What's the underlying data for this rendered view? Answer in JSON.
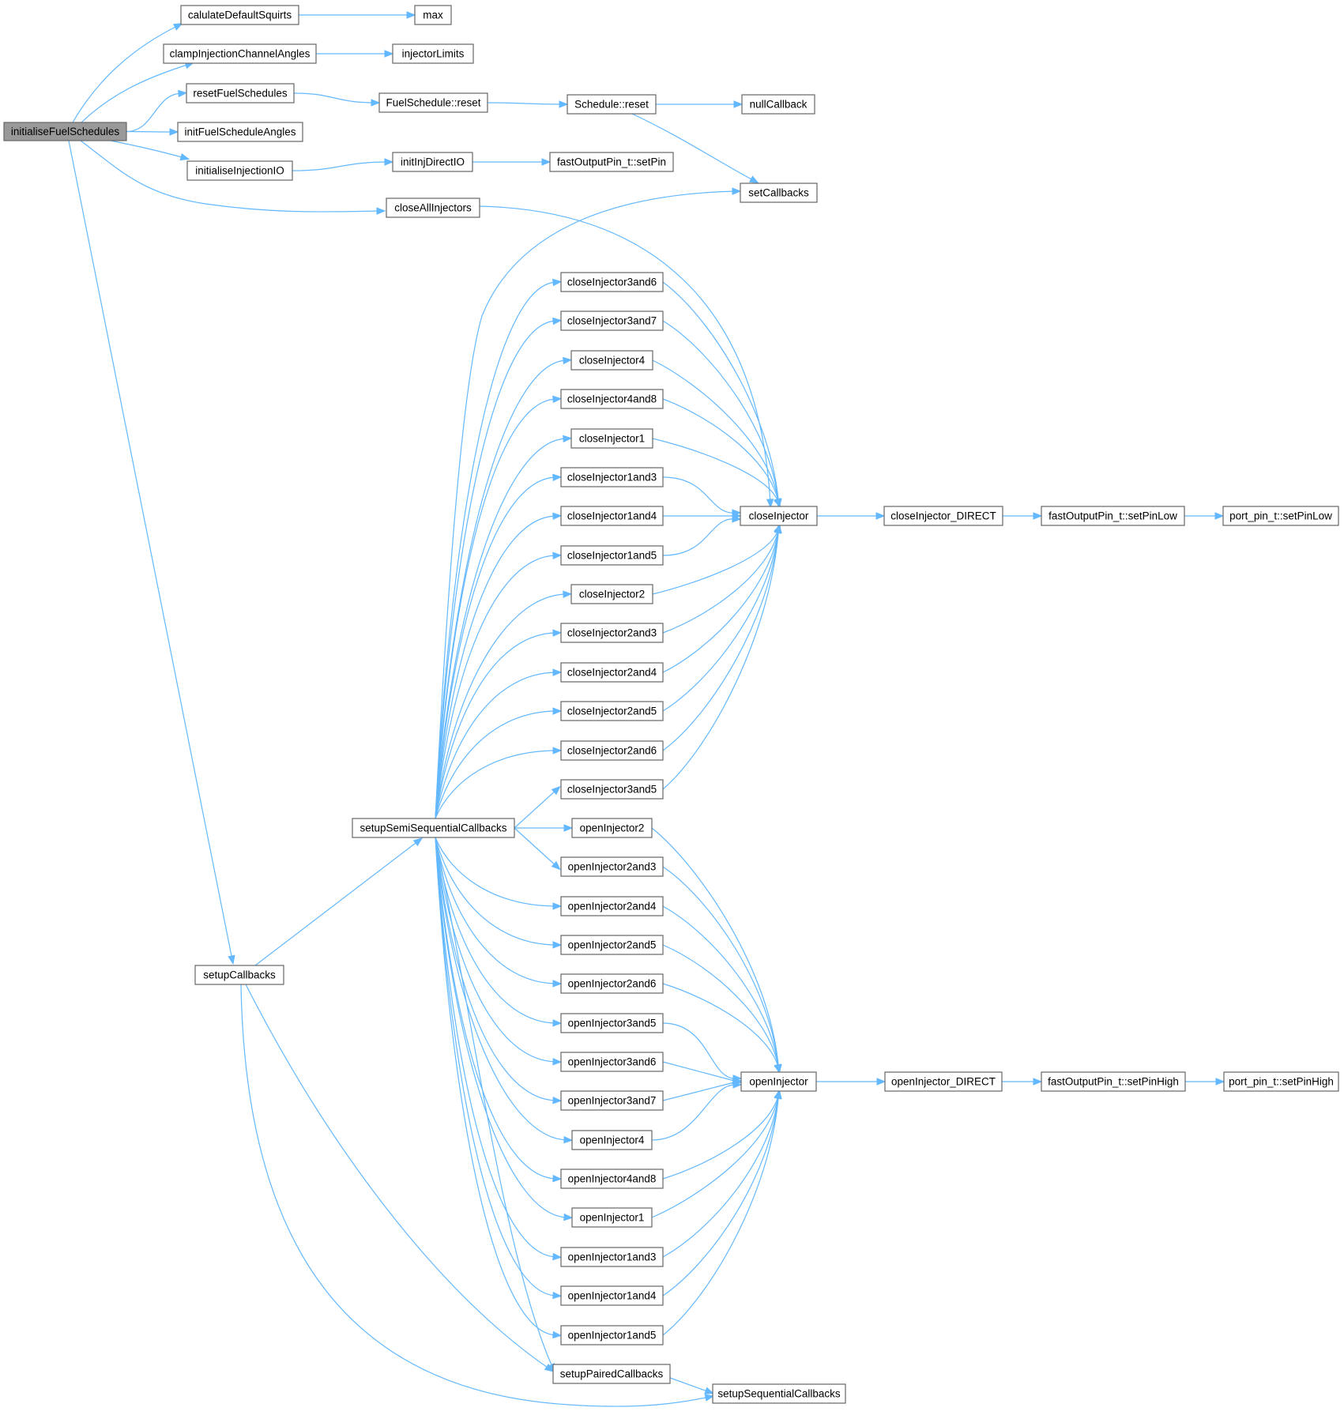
{
  "diagram": {
    "title": "",
    "nodes": [
      {
        "id": "initialiseFuelSchedules",
        "label": "initialiseFuelSchedules",
        "root": true
      },
      {
        "id": "calulateDefaultSquirts",
        "label": "calulateDefaultSquirts"
      },
      {
        "id": "max",
        "label": "max"
      },
      {
        "id": "clampInjectionChannelAngles",
        "label": "clampInjectionChannelAngles"
      },
      {
        "id": "injectorLimits",
        "label": "injectorLimits"
      },
      {
        "id": "resetFuelSchedules",
        "label": "resetFuelSchedules"
      },
      {
        "id": "FuelSchedule_reset",
        "label": "FuelSchedule::reset"
      },
      {
        "id": "Schedule_reset",
        "label": "Schedule::reset"
      },
      {
        "id": "nullCallback",
        "label": "nullCallback"
      },
      {
        "id": "initFuelScheduleAngles",
        "label": "initFuelScheduleAngles"
      },
      {
        "id": "initialiseInjectionIO",
        "label": "initialiseInjectionIO"
      },
      {
        "id": "initInjDirectIO",
        "label": "initInjDirectIO"
      },
      {
        "id": "fastOutputPin_setPin",
        "label": "fastOutputPin_t::setPin"
      },
      {
        "id": "setCallbacks",
        "label": "setCallbacks"
      },
      {
        "id": "closeAllInjectors",
        "label": "closeAllInjectors"
      },
      {
        "id": "closeInjector3and6",
        "label": "closeInjector3and6"
      },
      {
        "id": "closeInjector3and7",
        "label": "closeInjector3and7"
      },
      {
        "id": "closeInjector4",
        "label": "closeInjector4"
      },
      {
        "id": "closeInjector4and8",
        "label": "closeInjector4and8"
      },
      {
        "id": "closeInjector1",
        "label": "closeInjector1"
      },
      {
        "id": "closeInjector1and3",
        "label": "closeInjector1and3"
      },
      {
        "id": "closeInjector1and4",
        "label": "closeInjector1and4"
      },
      {
        "id": "closeInjector1and5",
        "label": "closeInjector1and5"
      },
      {
        "id": "closeInjector2",
        "label": "closeInjector2"
      },
      {
        "id": "closeInjector2and3",
        "label": "closeInjector2and3"
      },
      {
        "id": "closeInjector2and4",
        "label": "closeInjector2and4"
      },
      {
        "id": "closeInjector2and5",
        "label": "closeInjector2and5"
      },
      {
        "id": "closeInjector2and6",
        "label": "closeInjector2and6"
      },
      {
        "id": "closeInjector3and5",
        "label": "closeInjector3and5"
      },
      {
        "id": "closeInjector",
        "label": "closeInjector"
      },
      {
        "id": "closeInjector_DIRECT",
        "label": "closeInjector_DIRECT"
      },
      {
        "id": "fastOutputPin_setPinLow",
        "label": "fastOutputPin_t::setPinLow"
      },
      {
        "id": "port_pin_setPinLow",
        "label": "port_pin_t::setPinLow"
      },
      {
        "id": "setupSemiSequentialCallbacks",
        "label": "setupSemiSequentialCallbacks"
      },
      {
        "id": "openInjector2",
        "label": "openInjector2"
      },
      {
        "id": "openInjector2and3",
        "label": "openInjector2and3"
      },
      {
        "id": "openInjector2and4",
        "label": "openInjector2and4"
      },
      {
        "id": "openInjector2and5",
        "label": "openInjector2and5"
      },
      {
        "id": "openInjector2and6",
        "label": "openInjector2and6"
      },
      {
        "id": "openInjector3and5",
        "label": "openInjector3and5"
      },
      {
        "id": "openInjector3and6",
        "label": "openInjector3and6"
      },
      {
        "id": "openInjector3and7",
        "label": "openInjector3and7"
      },
      {
        "id": "openInjector4",
        "label": "openInjector4"
      },
      {
        "id": "openInjector4and8",
        "label": "openInjector4and8"
      },
      {
        "id": "openInjector1",
        "label": "openInjector1"
      },
      {
        "id": "openInjector1and3",
        "label": "openInjector1and3"
      },
      {
        "id": "openInjector1and4",
        "label": "openInjector1and4"
      },
      {
        "id": "openInjector1and5",
        "label": "openInjector1and5"
      },
      {
        "id": "openInjector",
        "label": "openInjector"
      },
      {
        "id": "openInjector_DIRECT",
        "label": "openInjector_DIRECT"
      },
      {
        "id": "fastOutputPin_setPinHigh",
        "label": "fastOutputPin_t::setPinHigh"
      },
      {
        "id": "port_pin_setPinHigh",
        "label": "port_pin_t::setPinHigh"
      },
      {
        "id": "setupCallbacks",
        "label": "setupCallbacks"
      },
      {
        "id": "setupPairedCallbacks",
        "label": "setupPairedCallbacks"
      },
      {
        "id": "setupSequentialCallbacks",
        "label": "setupSequentialCallbacks"
      }
    ],
    "edges": [
      [
        "initialiseFuelSchedules",
        "calulateDefaultSquirts"
      ],
      [
        "initialiseFuelSchedules",
        "clampInjectionChannelAngles"
      ],
      [
        "initialiseFuelSchedules",
        "resetFuelSchedules"
      ],
      [
        "initialiseFuelSchedules",
        "initFuelScheduleAngles"
      ],
      [
        "initialiseFuelSchedules",
        "initialiseInjectionIO"
      ],
      [
        "initialiseFuelSchedules",
        "closeAllInjectors"
      ],
      [
        "initialiseFuelSchedules",
        "setupCallbacks"
      ],
      [
        "calulateDefaultSquirts",
        "max"
      ],
      [
        "clampInjectionChannelAngles",
        "injectorLimits"
      ],
      [
        "resetFuelSchedules",
        "FuelSchedule_reset"
      ],
      [
        "FuelSchedule_reset",
        "Schedule_reset"
      ],
      [
        "Schedule_reset",
        "nullCallback"
      ],
      [
        "Schedule_reset",
        "setCallbacks"
      ],
      [
        "initialiseInjectionIO",
        "initInjDirectIO"
      ],
      [
        "initInjDirectIO",
        "fastOutputPin_setPin"
      ],
      [
        "closeAllInjectors",
        "closeInjector"
      ],
      [
        "closeInjector3and6",
        "closeInjector"
      ],
      [
        "closeInjector3and7",
        "closeInjector"
      ],
      [
        "closeInjector4",
        "closeInjector"
      ],
      [
        "closeInjector4and8",
        "closeInjector"
      ],
      [
        "closeInjector1",
        "closeInjector"
      ],
      [
        "closeInjector1and3",
        "closeInjector"
      ],
      [
        "closeInjector1and4",
        "closeInjector"
      ],
      [
        "closeInjector1and5",
        "closeInjector"
      ],
      [
        "closeInjector2",
        "closeInjector"
      ],
      [
        "closeInjector2and3",
        "closeInjector"
      ],
      [
        "closeInjector2and4",
        "closeInjector"
      ],
      [
        "closeInjector2and5",
        "closeInjector"
      ],
      [
        "closeInjector2and6",
        "closeInjector"
      ],
      [
        "closeInjector3and5",
        "closeInjector"
      ],
      [
        "closeInjector",
        "closeInjector_DIRECT"
      ],
      [
        "closeInjector_DIRECT",
        "fastOutputPin_setPinLow"
      ],
      [
        "fastOutputPin_setPinLow",
        "port_pin_setPinLow"
      ],
      [
        "setupSemiSequentialCallbacks",
        "setCallbacks"
      ],
      [
        "setupSemiSequentialCallbacks",
        "closeInjector3and6"
      ],
      [
        "setupSemiSequentialCallbacks",
        "closeInjector3and7"
      ],
      [
        "setupSemiSequentialCallbacks",
        "closeInjector4"
      ],
      [
        "setupSemiSequentialCallbacks",
        "closeInjector4and8"
      ],
      [
        "setupSemiSequentialCallbacks",
        "closeInjector1"
      ],
      [
        "setupSemiSequentialCallbacks",
        "closeInjector1and3"
      ],
      [
        "setupSemiSequentialCallbacks",
        "closeInjector1and4"
      ],
      [
        "setupSemiSequentialCallbacks",
        "closeInjector1and5"
      ],
      [
        "setupSemiSequentialCallbacks",
        "closeInjector2"
      ],
      [
        "setupSemiSequentialCallbacks",
        "closeInjector2and3"
      ],
      [
        "setupSemiSequentialCallbacks",
        "closeInjector2and4"
      ],
      [
        "setupSemiSequentialCallbacks",
        "closeInjector2and5"
      ],
      [
        "setupSemiSequentialCallbacks",
        "closeInjector2and6"
      ],
      [
        "setupSemiSequentialCallbacks",
        "closeInjector3and5"
      ],
      [
        "setupSemiSequentialCallbacks",
        "openInjector2"
      ],
      [
        "setupSemiSequentialCallbacks",
        "openInjector2and3"
      ],
      [
        "setupSemiSequentialCallbacks",
        "openInjector2and4"
      ],
      [
        "setupSemiSequentialCallbacks",
        "openInjector2and5"
      ],
      [
        "setupSemiSequentialCallbacks",
        "openInjector2and6"
      ],
      [
        "setupSemiSequentialCallbacks",
        "openInjector3and5"
      ],
      [
        "setupSemiSequentialCallbacks",
        "openInjector3and6"
      ],
      [
        "setupSemiSequentialCallbacks",
        "openInjector3and7"
      ],
      [
        "setupSemiSequentialCallbacks",
        "openInjector4"
      ],
      [
        "setupSemiSequentialCallbacks",
        "openInjector4and8"
      ],
      [
        "setupSemiSequentialCallbacks",
        "openInjector1"
      ],
      [
        "setupSemiSequentialCallbacks",
        "openInjector1and3"
      ],
      [
        "setupSemiSequentialCallbacks",
        "openInjector1and4"
      ],
      [
        "setupSemiSequentialCallbacks",
        "openInjector1and5"
      ],
      [
        "setupSemiSequentialCallbacks",
        "setupPairedCallbacks"
      ],
      [
        "openInjector2",
        "openInjector"
      ],
      [
        "openInjector2and3",
        "openInjector"
      ],
      [
        "openInjector2and4",
        "openInjector"
      ],
      [
        "openInjector2and5",
        "openInjector"
      ],
      [
        "openInjector2and6",
        "openInjector"
      ],
      [
        "openInjector3and5",
        "openInjector"
      ],
      [
        "openInjector3and6",
        "openInjector"
      ],
      [
        "openInjector3and7",
        "openInjector"
      ],
      [
        "openInjector4",
        "openInjector"
      ],
      [
        "openInjector4and8",
        "openInjector"
      ],
      [
        "openInjector1",
        "openInjector"
      ],
      [
        "openInjector1and3",
        "openInjector"
      ],
      [
        "openInjector1and4",
        "openInjector"
      ],
      [
        "openInjector1and5",
        "openInjector"
      ],
      [
        "openInjector",
        "openInjector_DIRECT"
      ],
      [
        "openInjector_DIRECT",
        "fastOutputPin_setPinHigh"
      ],
      [
        "fastOutputPin_setPinHigh",
        "port_pin_setPinHigh"
      ],
      [
        "setupCallbacks",
        "setupSemiSequentialCallbacks"
      ],
      [
        "setupCallbacks",
        "setupPairedCallbacks"
      ],
      [
        "setupCallbacks",
        "setupSequentialCallbacks"
      ],
      [
        "setupPairedCallbacks",
        "setupSequentialCallbacks"
      ]
    ],
    "colors": {
      "edge": "#63b8ff",
      "node_border": "#666666",
      "node_fill": "#ffffff",
      "root_fill": "#999999"
    }
  }
}
